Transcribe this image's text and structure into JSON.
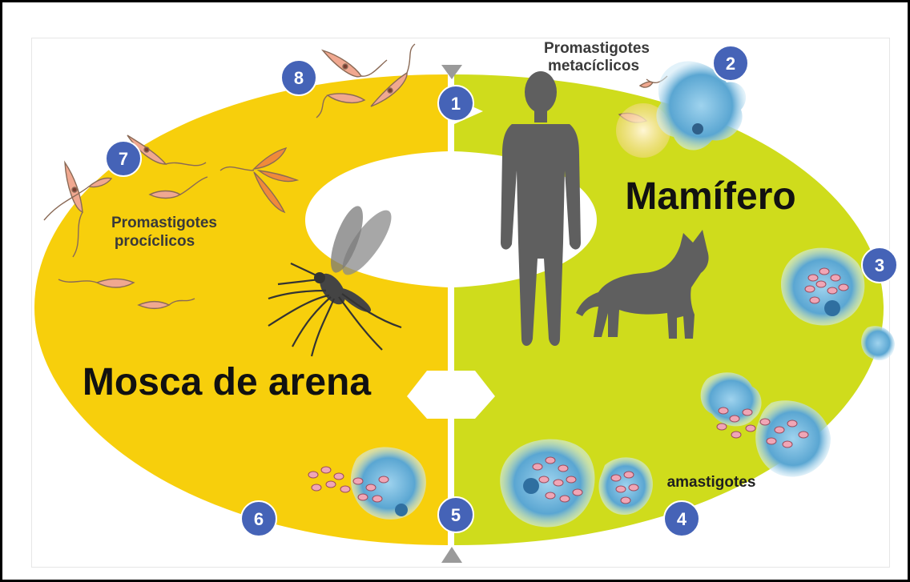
{
  "colors": {
    "sandfly_side": "#f7cf0c",
    "mammal_side": "#cfdc1c",
    "badge": "#4563b7",
    "silhouette": "#5f5f5f",
    "parasite": "#f0a890",
    "cell": "#6fb4d8"
  },
  "labels": {
    "sandfly": "Mosca de arena",
    "mammal": "Mamífero",
    "procyclic": [
      "Promastigotes",
      "procíclicos"
    ],
    "metacyclic": [
      "Promastigotes",
      "metacíclicos"
    ],
    "amastigotes": "amastigotes"
  },
  "steps": [
    {
      "number": "1"
    },
    {
      "number": "2"
    },
    {
      "number": "3"
    },
    {
      "number": "4"
    },
    {
      "number": "5"
    },
    {
      "number": "6"
    },
    {
      "number": "7"
    },
    {
      "number": "8"
    }
  ],
  "icons": [
    "human-silhouette-icon",
    "dog-silhouette-icon",
    "sandfly-icon",
    "promastigote-icon",
    "infected-macrophage-icon",
    "triangle-marker-icon"
  ]
}
